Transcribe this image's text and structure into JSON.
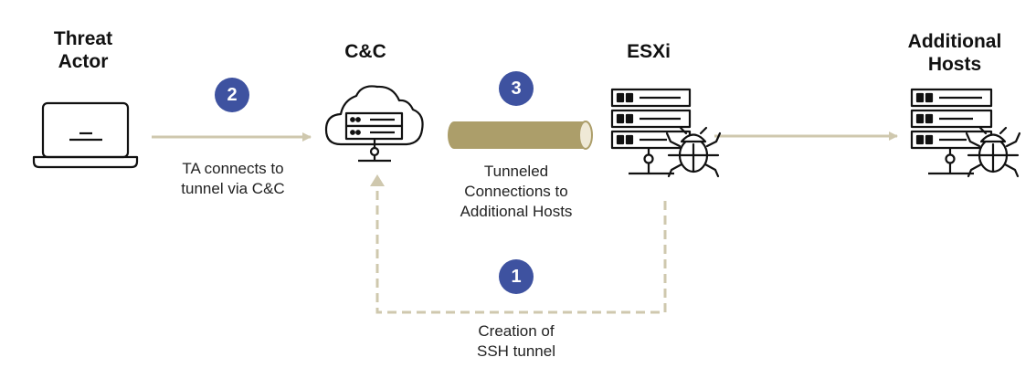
{
  "nodes": {
    "threat_actor": {
      "title": "Threat\nActor"
    },
    "cnc": {
      "title": "C&C"
    },
    "esxi": {
      "title": "ESXi"
    },
    "additional_hosts": {
      "title": "Additional\nHosts"
    }
  },
  "steps": {
    "step1": {
      "number": "1",
      "caption": "Creation of\nSSH tunnel"
    },
    "step2": {
      "number": "2",
      "caption": "TA connects to\ntunnel via C&C"
    },
    "step3": {
      "number": "3",
      "caption": "Tunneled\nConnections to\nAdditional Hosts"
    }
  },
  "colors": {
    "badge": "#3e52a0",
    "arrow": "#cfc8ae",
    "tunnel": "#ac9e6a",
    "icon_stroke": "#111111"
  },
  "icons": {
    "threat_actor": "laptop-icon",
    "cnc": "cloud-server-icon",
    "esxi": "server-rack-icon",
    "additional_hosts": "server-rack-icon",
    "malware": "bug-icon"
  }
}
